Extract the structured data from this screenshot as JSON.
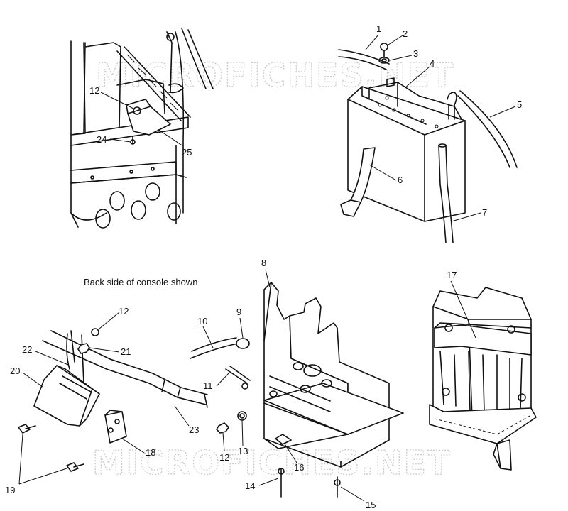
{
  "watermark": "MICROFICHES.NET",
  "caption": "Back side of console shown",
  "callouts": {
    "c1": "1",
    "c2": "2",
    "c3": "3",
    "c4": "4",
    "c5": "5",
    "c6": "6",
    "c7": "7",
    "c8": "8",
    "c9": "9",
    "c10": "10",
    "c11": "11",
    "c12a": "12",
    "c12b": "12",
    "c12c": "12",
    "c13": "13",
    "c14": "14",
    "c15": "15",
    "c16": "16",
    "c17": "17",
    "c18": "18",
    "c19": "19",
    "c20": "20",
    "c21": "21",
    "c22": "22",
    "c23": "23",
    "c24": "24",
    "c25": "25"
  }
}
